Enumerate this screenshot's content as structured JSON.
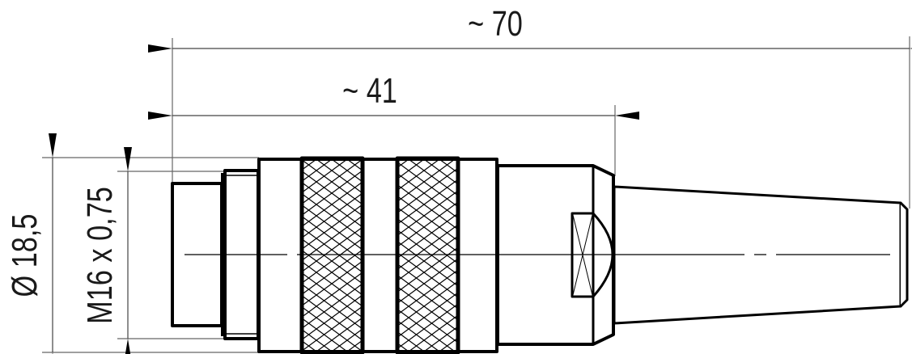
{
  "dimensions": {
    "overall_length": "~ 70",
    "front_length": "~ 41",
    "outer_diameter": "Ø 18,5",
    "thread": "M16 x 0,75"
  },
  "colors": {
    "line": "#000000",
    "dim_line": "#555555",
    "background": "#ffffff"
  }
}
